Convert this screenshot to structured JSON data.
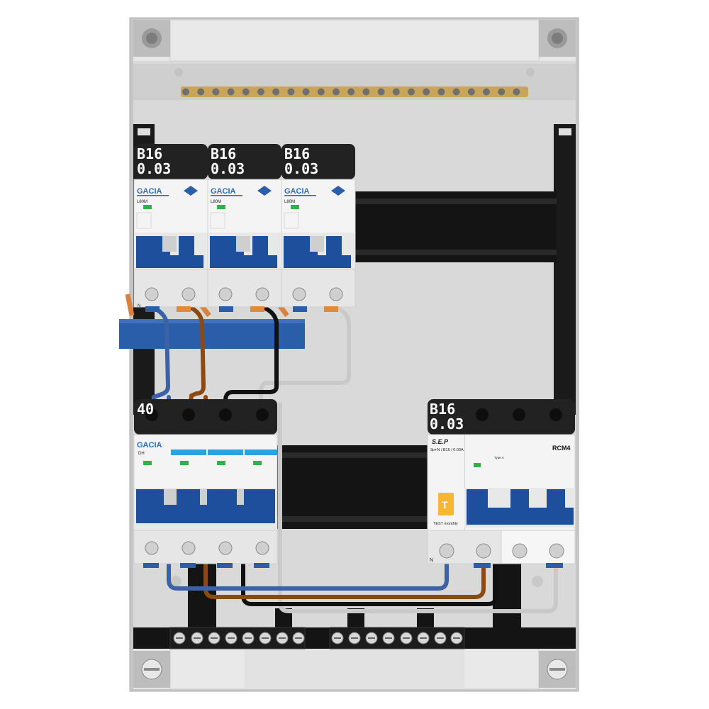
{
  "modules": {
    "rcbo1": {
      "rating_line1": "B16",
      "rating_line2": "0.03",
      "brand": "GACIA",
      "model": "L80M",
      "neutral_mark": "N"
    },
    "rcbo2": {
      "rating_line1": "B16",
      "rating_line2": "0.03",
      "brand": "GACIA",
      "model": "L80M"
    },
    "rcbo3": {
      "rating_line1": "B16",
      "rating_line2": "0.03",
      "brand": "GACIA",
      "model": "L80M"
    },
    "isolator": {
      "rating": "40",
      "brand": "GACIA",
      "model": "DH"
    },
    "rcbo4": {
      "rating_line1": "B16",
      "rating_line2": "0.03",
      "brand": "S.E.P",
      "spec": "3p+N / B16 / 0.03A",
      "model": "RCM4",
      "test_label": "T",
      "test_caption": "TEST monthly",
      "neutral_mark": "N",
      "type_text": "Type A"
    }
  },
  "colors": {
    "enclosure": "#d7d7d7",
    "busbar_blue": "#2a5ea8",
    "handle_blue": "#1e4f9c",
    "wire_blue": "#3b62a6",
    "wire_brown": "#8a4a12",
    "wire_black": "#111111",
    "wire_grey": "#cfcfcf",
    "brass": "#c9a55a",
    "din_rail": "#1a1a1a"
  }
}
